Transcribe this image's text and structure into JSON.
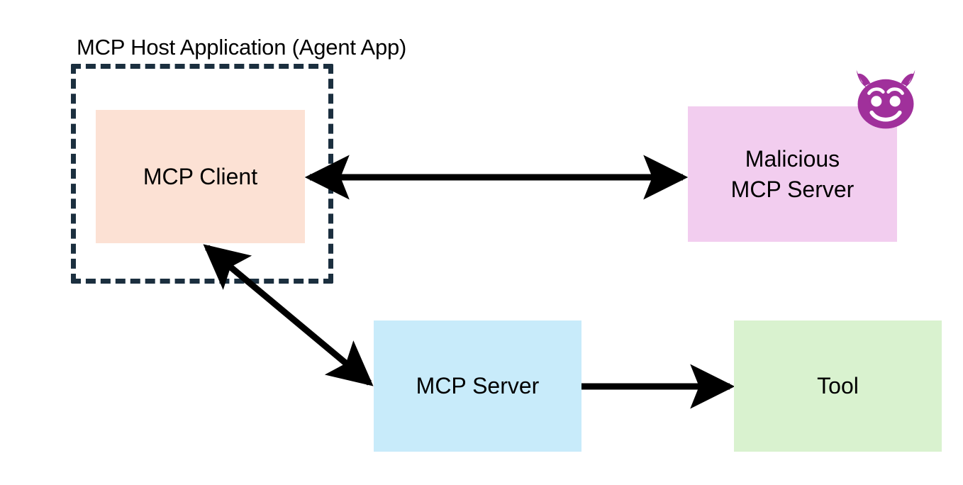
{
  "diagram": {
    "title": "MCP Host Application (Agent App)",
    "background_color": "#ffffff",
    "boundary": {
      "label": "MCP Host Application (Agent App)",
      "style": "dashed",
      "color": "#1b2f3f"
    },
    "nodes": [
      {
        "id": "mcp-client",
        "label": "MCP Client",
        "color": "#fce1d4",
        "inside_boundary": true
      },
      {
        "id": "malicious-mcp-server",
        "label": "Malicious\nMCP Server",
        "color": "#f2cdef",
        "badge": "devil-emoji",
        "badge_color": "#a0309b",
        "inside_boundary": false
      },
      {
        "id": "mcp-server",
        "label": "MCP Server",
        "color": "#c8ebfa",
        "inside_boundary": false
      },
      {
        "id": "tool",
        "label": "Tool",
        "color": "#d9f2cf",
        "inside_boundary": false
      }
    ],
    "connectors": [
      {
        "id": "client-to-malicious-server",
        "from": "mcp-client",
        "to": "malicious-mcp-server",
        "direction": "bidirectional",
        "color": "#000000"
      },
      {
        "id": "client-to-mcp-server",
        "from": "mcp-client",
        "to": "mcp-server",
        "direction": "bidirectional",
        "color": "#000000"
      },
      {
        "id": "mcp-server-to-tool",
        "from": "mcp-server",
        "to": "tool",
        "direction": "forward",
        "color": "#000000"
      }
    ]
  }
}
